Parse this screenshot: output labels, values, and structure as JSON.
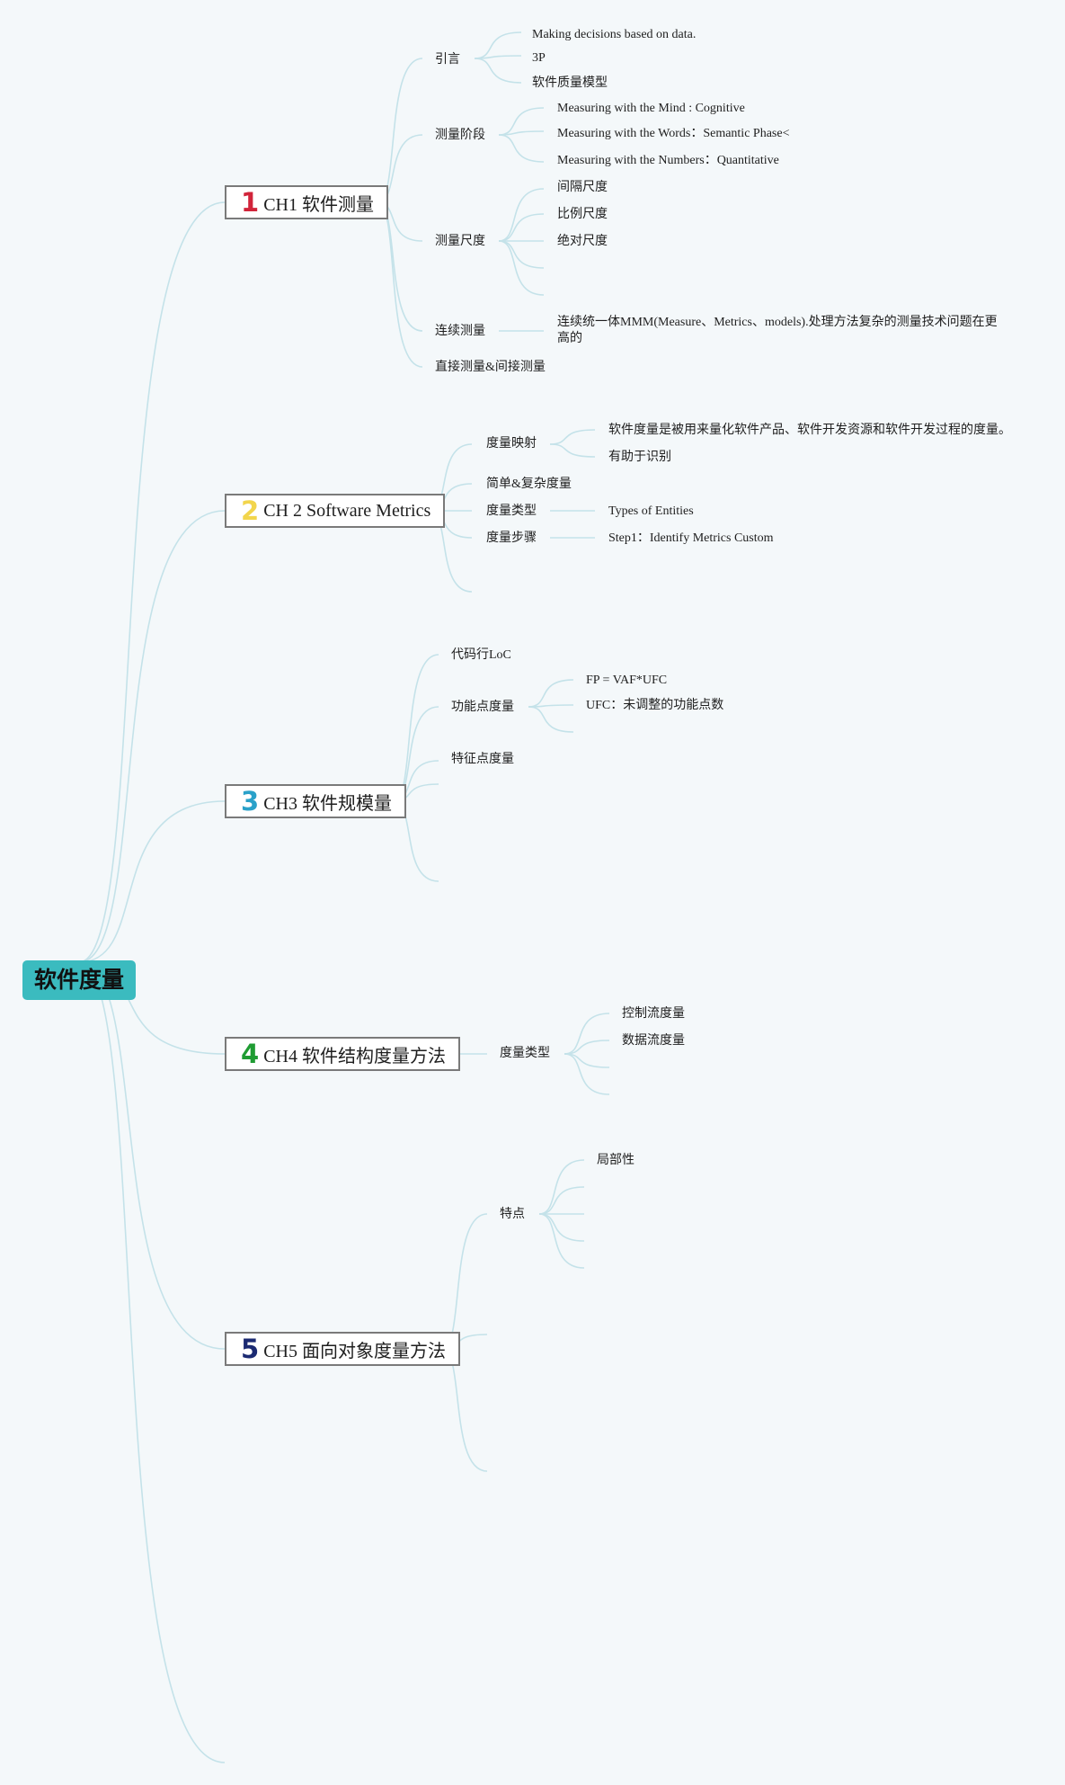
{
  "title": "软件度量",
  "colors": {
    "root_fill": "#3bbbbf",
    "link_stroke": "#c4e2e9",
    "node_border": "#7a7a7a",
    "background": "#f4f8fa"
  },
  "chapters": [
    {
      "num": "1",
      "num_color": "#d1243a",
      "label": "CH1 软件测量",
      "topics": [
        {
          "label": "引言",
          "children": [
            {
              "label": "Making decisions based on data."
            },
            {
              "label": "3P"
            },
            {
              "label": "软件质量模型"
            }
          ]
        },
        {
          "label": "测量阶段",
          "children": [
            {
              "label": "Measuring with the Mind : Cognitive"
            },
            {
              "label": "Measuring with the Words：Semantic Phase<"
            },
            {
              "label": "Measuring with the Numbers：Quantitative"
            }
          ]
        },
        {
          "label": "测量尺度",
          "children": [
            {
              "label": "间隔尺度"
            },
            {
              "label": "比例尺度"
            },
            {
              "label": "绝对尺度"
            },
            {
              "label": ""
            },
            {
              "label": ""
            }
          ]
        },
        {
          "label": "连续测量",
          "children": [
            {
              "label": "连续统一体MMM(Measure、Metrics、models).处理方法复杂的测量技术问题在更高的"
            }
          ]
        },
        {
          "label": "直接测量&间接测量",
          "children": []
        }
      ]
    },
    {
      "num": "2",
      "num_color": "#f2d54c",
      "label": "CH 2 Software Metrics",
      "topics": [
        {
          "label": "度量映射",
          "children": [
            {
              "label": "软件度量是被用来量化软件产品、软件开发资源和软件开发过程的度量。"
            },
            {
              "label": "有助于识别"
            }
          ]
        },
        {
          "label": "简单&复杂度量",
          "children": []
        },
        {
          "label": "度量类型",
          "children": [
            {
              "label": "Types of Entities"
            }
          ]
        },
        {
          "label": "度量步骤",
          "children": [
            {
              "label": "Step1：Identify Metrics Custom"
            }
          ]
        },
        {
          "label": "",
          "children": []
        }
      ]
    },
    {
      "num": "3",
      "num_color": "#2aa1c9",
      "label": "CH3 软件规模量",
      "topics": [
        {
          "label": "代码行LoC",
          "children": []
        },
        {
          "label": "功能点度量",
          "children": [
            {
              "label": "FP = VAF*UFC"
            },
            {
              "label": "UFC：未调整的功能点数"
            },
            {
              "label": ""
            }
          ]
        },
        {
          "label": "特征点度量",
          "children": []
        },
        {
          "label": "",
          "children": []
        },
        {
          "label": "",
          "children": []
        }
      ]
    },
    {
      "num": "4",
      "num_color": "#1f9c33",
      "label": "CH4 软件结构度量方法",
      "topics": [
        {
          "label": "度量类型",
          "children": [
            {
              "label": "控制流度量"
            },
            {
              "label": "数据流度量"
            },
            {
              "label": ""
            },
            {
              "label": ""
            }
          ]
        }
      ]
    },
    {
      "num": "5",
      "num_color": "#1b2a72",
      "label": "CH5 面向对象度量方法",
      "topics": [
        {
          "label": "特点",
          "children": [
            {
              "label": "局部性"
            },
            {
              "label": ""
            },
            {
              "label": ""
            },
            {
              "label": ""
            },
            {
              "label": ""
            }
          ]
        },
        {
          "label": "",
          "children": []
        },
        {
          "label": "",
          "children": []
        }
      ]
    },
    {
      "num": "",
      "num_color": "#999999",
      "label": "",
      "topics": []
    }
  ]
}
